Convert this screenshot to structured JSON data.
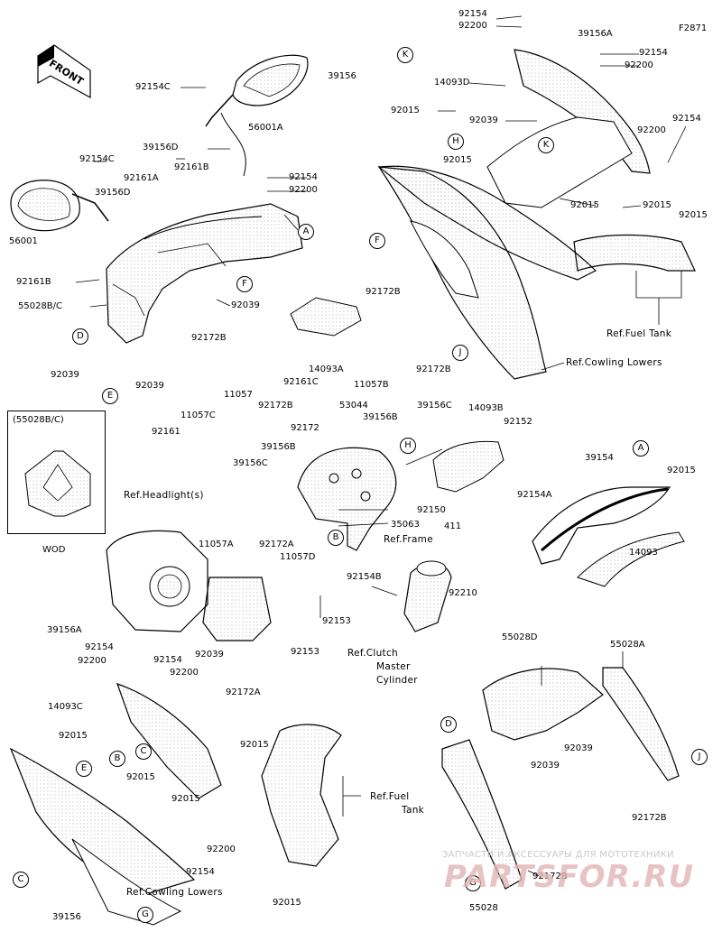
{
  "figure_code": "F2871",
  "front_label": "FRONT",
  "wod_title": "(55028B/C)",
  "wod_label": "WOD",
  "watermark_text": "ЗАПЧАСТИ И АКСЕССУАРЫ ДЛЯ МОТОТЕХНИКИ",
  "watermark_logo": "PARTSFOR.RU",
  "refs": {
    "fuel_tank_top": "Ref.Fuel Tank",
    "cowling_lowers_top": "Ref.Cowling Lowers",
    "headlights": "Ref.Headlight(s)",
    "frame": "Ref.Frame",
    "clutch_1": "Ref.Clutch",
    "clutch_2": "Master",
    "clutch_3": "Cylinder",
    "fuel_tank_bottom_1": "Ref.Fuel",
    "fuel_tank_bottom_2": "Tank",
    "cowling_lowers_bottom": "Ref.Cowling Lowers"
  },
  "labels": {
    "p92154_tr": "92154",
    "p92200_tr": "92200",
    "p39156A_tr": "39156A",
    "p92154_tr2": "92154",
    "p92200_tr2": "92200",
    "p39156": "39156",
    "p14093D": "14093D",
    "p92015_h": "92015",
    "p92039_tr": "92039",
    "p92154_r": "92154",
    "p92200_r": "92200",
    "p92015_tr": "92015",
    "p92015_r1": "92015",
    "p92015_r2": "92015",
    "p92015_r3": "92015",
    "p92154C_top": "92154C",
    "p56001A": "56001A",
    "p39156D_top": "39156D",
    "p92154C_left": "92154C",
    "p92161A": "92161A",
    "p92161B_top": "92161B",
    "p39156D_left": "39156D",
    "p92154_mid": "92154",
    "p92200_mid": "92200",
    "p56001": "56001",
    "p92161B_left": "92161B",
    "p55028BC": "55028B/C",
    "p92039_mid": "92039",
    "p92039_left": "92039",
    "p92039_left2": "92039",
    "p92172B_a": "92172B",
    "p92161": "92161",
    "p11057C": "11057C",
    "p11057": "11057",
    "p92172B_b": "92172B",
    "p92161C": "92161C",
    "p14093A": "14093A",
    "p92172B_c": "92172B",
    "p11057B": "11057B",
    "p92172B_d": "92172B",
    "p53044": "53044",
    "p92172": "92172",
    "p39156B_a": "39156B",
    "p39156C_a": "39156C",
    "p14093B": "14093B",
    "p92152": "92152",
    "p39156B_b": "39156B",
    "p39156C_b": "39156C",
    "p92154A": "92154A",
    "p92150": "92150",
    "p35063": "35063",
    "p411": "411",
    "p11057A": "11057A",
    "p92172A_a": "92172A",
    "p11057D": "11057D",
    "p92154B": "92154B",
    "p92210": "92210",
    "p92153_a": "92153",
    "p92153_b": "92153",
    "p39154": "39154",
    "p92015_a": "92015",
    "p14093": "14093",
    "p39156A_left": "39156A",
    "p92154_left": "92154",
    "p92200_left": "92200",
    "p92154_left2": "92154",
    "p92200_left2": "92200",
    "p92039_c": "92039",
    "p92172A_b": "92172A",
    "p14093C": "14093C",
    "p92015_b": "92015",
    "p92015_c": "92015",
    "p92015_d": "92015",
    "p92015_e": "92015",
    "p92200_bot": "92200",
    "p92154_bot": "92154",
    "p92015_bot": "92015",
    "p39156_bot": "39156",
    "p55028D": "55028D",
    "p55028A": "55028A",
    "p92039_br": "92039",
    "p92039_br2": "92039",
    "p92172B_br": "92172B",
    "p92172B_bot": "92172B",
    "p55028": "55028"
  },
  "callouts": [
    "A",
    "B",
    "C",
    "D",
    "E",
    "F",
    "G",
    "H",
    "J",
    "K"
  ]
}
